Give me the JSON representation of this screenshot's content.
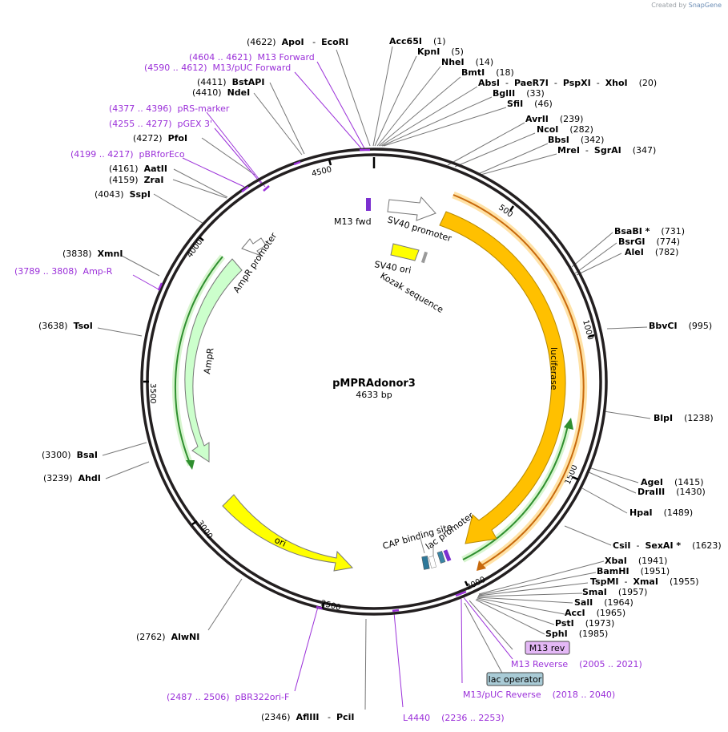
{
  "credit": {
    "prefix": "Created by",
    "brand": "SnapGene"
  },
  "plasmid": {
    "name": "pMPRAdonor3",
    "size_label": "4633 bp",
    "length_bp": 4633
  },
  "ticks": [
    "500",
    "1000",
    "1500",
    "2000",
    "2500",
    "3000",
    "3500",
    "4000",
    "4500"
  ],
  "sites": [
    {
      "id": "site-apoi-ecori",
      "parts": [
        {
          "t": "(4622)  "
        },
        {
          "t": "ApoI",
          "b": true
        },
        {
          "t": "   -  "
        },
        {
          "t": "EcoRI",
          "b": true
        }
      ]
    },
    {
      "id": "site-acc65i",
      "parts": [
        {
          "t": "Acc65I",
          "b": true
        },
        {
          "t": "    (1)"
        }
      ]
    },
    {
      "id": "site-kpni",
      "parts": [
        {
          "t": "KpnI",
          "b": true
        },
        {
          "t": "    (5)"
        }
      ]
    },
    {
      "id": "site-nhei",
      "parts": [
        {
          "t": "NheI",
          "b": true
        },
        {
          "t": "    (14)"
        }
      ]
    },
    {
      "id": "site-bmti",
      "parts": [
        {
          "t": "BmtI",
          "b": true
        },
        {
          "t": "    (18)"
        }
      ]
    },
    {
      "id": "site-absi",
      "parts": [
        {
          "t": "AbsI",
          "b": true
        },
        {
          "t": "  -  "
        },
        {
          "t": "PaeR7I",
          "b": true
        },
        {
          "t": "  -  "
        },
        {
          "t": "PspXI",
          "b": true
        },
        {
          "t": "  -  "
        },
        {
          "t": "XhoI",
          "b": true
        },
        {
          "t": "    (20)"
        }
      ]
    },
    {
      "id": "site-bglii",
      "parts": [
        {
          "t": "BglII",
          "b": true
        },
        {
          "t": "    (33)"
        }
      ]
    },
    {
      "id": "site-sfii",
      "parts": [
        {
          "t": "SfiI",
          "b": true
        },
        {
          "t": "    (46)"
        }
      ]
    },
    {
      "id": "site-avrii",
      "parts": [
        {
          "t": "AvrII",
          "b": true
        },
        {
          "t": "    (239)"
        }
      ]
    },
    {
      "id": "site-ncoi",
      "parts": [
        {
          "t": "NcoI",
          "b": true
        },
        {
          "t": "    (282)"
        }
      ]
    },
    {
      "id": "site-bbsi",
      "parts": [
        {
          "t": "BbsI",
          "b": true
        },
        {
          "t": "    (342)"
        }
      ]
    },
    {
      "id": "site-mrei",
      "parts": [
        {
          "t": "MreI",
          "b": true
        },
        {
          "t": "  -  "
        },
        {
          "t": "SgrAI",
          "b": true
        },
        {
          "t": "    (347)"
        }
      ]
    },
    {
      "id": "site-bsabi",
      "parts": [
        {
          "t": "BsaBI *",
          "b": true
        },
        {
          "t": "    (731)"
        }
      ]
    },
    {
      "id": "site-bsrgi",
      "parts": [
        {
          "t": "BsrGI",
          "b": true
        },
        {
          "t": "    (774)"
        }
      ]
    },
    {
      "id": "site-alei",
      "parts": [
        {
          "t": "AleI",
          "b": true
        },
        {
          "t": "    (782)"
        }
      ]
    },
    {
      "id": "site-bbvci",
      "parts": [
        {
          "t": "BbvCI",
          "b": true
        },
        {
          "t": "    (995)"
        }
      ]
    },
    {
      "id": "site-blpi",
      "parts": [
        {
          "t": "BlpI",
          "b": true
        },
        {
          "t": "    (1238)"
        }
      ]
    },
    {
      "id": "site-agei",
      "parts": [
        {
          "t": "AgeI",
          "b": true
        },
        {
          "t": "    (1415)"
        }
      ]
    },
    {
      "id": "site-draiii",
      "parts": [
        {
          "t": "DraIII",
          "b": true
        },
        {
          "t": "    (1430)"
        }
      ]
    },
    {
      "id": "site-hpai",
      "parts": [
        {
          "t": "HpaI",
          "b": true
        },
        {
          "t": "    (1489)"
        }
      ]
    },
    {
      "id": "site-csii",
      "parts": [
        {
          "t": "CsiI",
          "b": true
        },
        {
          "t": "  -  "
        },
        {
          "t": "SexAI *",
          "b": true
        },
        {
          "t": "    (1623)"
        }
      ]
    },
    {
      "id": "site-xbai",
      "parts": [
        {
          "t": "XbaI",
          "b": true
        },
        {
          "t": "    (1941)"
        }
      ]
    },
    {
      "id": "site-bamhi",
      "parts": [
        {
          "t": "BamHI",
          "b": true
        },
        {
          "t": "    (1951)"
        }
      ]
    },
    {
      "id": "site-tspmi",
      "parts": [
        {
          "t": "TspMI",
          "b": true
        },
        {
          "t": "  -  "
        },
        {
          "t": "XmaI",
          "b": true
        },
        {
          "t": "    (1955)"
        }
      ]
    },
    {
      "id": "site-smai",
      "parts": [
        {
          "t": "SmaI",
          "b": true
        },
        {
          "t": "    (1957)"
        }
      ]
    },
    {
      "id": "site-sali",
      "parts": [
        {
          "t": "SalI",
          "b": true
        },
        {
          "t": "    (1964)"
        }
      ]
    },
    {
      "id": "site-acci",
      "parts": [
        {
          "t": "AccI",
          "b": true
        },
        {
          "t": "    (1965)"
        }
      ]
    },
    {
      "id": "site-psti",
      "parts": [
        {
          "t": "PstI",
          "b": true
        },
        {
          "t": "    (1973)"
        }
      ]
    },
    {
      "id": "site-sphi",
      "parts": [
        {
          "t": "SphI",
          "b": true
        },
        {
          "t": "    (1985)"
        }
      ]
    },
    {
      "id": "site-alwni",
      "parts": [
        {
          "t": "(2762)  "
        },
        {
          "t": "AlwNI",
          "b": true
        }
      ]
    },
    {
      "id": "site-afliii",
      "parts": [
        {
          "t": "(2346)  "
        },
        {
          "t": "AflIII",
          "b": true
        },
        {
          "t": "   -  "
        },
        {
          "t": "PciI",
          "b": true
        }
      ]
    },
    {
      "id": "site-ahdi",
      "parts": [
        {
          "t": "(3239)  "
        },
        {
          "t": "AhdI",
          "b": true
        }
      ]
    },
    {
      "id": "site-bsai",
      "parts": [
        {
          "t": "(3300)  "
        },
        {
          "t": "BsaI",
          "b": true
        }
      ]
    },
    {
      "id": "site-tsoi",
      "parts": [
        {
          "t": "(3638)  "
        },
        {
          "t": "TsoI",
          "b": true
        }
      ]
    },
    {
      "id": "site-xmni",
      "parts": [
        {
          "t": "(3838)  "
        },
        {
          "t": "XmnI",
          "b": true
        }
      ]
    },
    {
      "id": "site-sspi",
      "parts": [
        {
          "t": "(4043)  "
        },
        {
          "t": "SspI",
          "b": true
        }
      ]
    },
    {
      "id": "site-zrai",
      "parts": [
        {
          "t": "(4159)  "
        },
        {
          "t": "ZraI",
          "b": true
        }
      ]
    },
    {
      "id": "site-aatii",
      "parts": [
        {
          "t": "(4161)  "
        },
        {
          "t": "AatII",
          "b": true
        }
      ]
    },
    {
      "id": "site-pfoi",
      "parts": [
        {
          "t": "(4272)  "
        },
        {
          "t": "PfoI",
          "b": true
        }
      ]
    },
    {
      "id": "site-ndei",
      "parts": [
        {
          "t": "(4410)  "
        },
        {
          "t": "NdeI",
          "b": true
        }
      ]
    },
    {
      "id": "site-bstapi",
      "parts": [
        {
          "t": "(4411)  "
        },
        {
          "t": "BstAPI",
          "b": true
        }
      ]
    }
  ],
  "features": [
    {
      "id": "m13-forward",
      "text": "(4604 .. 4621)  M13 Forward"
    },
    {
      "id": "m13-puc-forward",
      "text": "(4590 .. 4612)  M13/pUC Forward"
    },
    {
      "id": "prs-marker",
      "text": "(4377 .. 4396)  pRS-marker"
    },
    {
      "id": "pgex-3",
      "text": "(4255 .. 4277)  pGEX 3'"
    },
    {
      "id": "pbrforeco",
      "text": "(4199 .. 4217)  pBRforEco"
    },
    {
      "id": "amp-r-primer",
      "text": "(3789 .. 3808)  Amp-R"
    },
    {
      "id": "pbr322ori-f",
      "text": "(2487 .. 2506)  pBR322ori-F"
    },
    {
      "id": "l4440",
      "text": "L4440    (2236 .. 2253)"
    },
    {
      "id": "m13-puc-reverse",
      "text": "M13/pUC Reverse    (2018 .. 2040)"
    },
    {
      "id": "m13-reverse",
      "text": "M13 Reverse    (2005 .. 2021)"
    }
  ],
  "boxes": {
    "m13_rev": "M13 rev",
    "lac_operator": "lac operator"
  },
  "inner_labels": {
    "m13_fwd": "M13 fwd",
    "sv40_promoter": "SV40 promoter",
    "sv40_ori": "SV40 ori",
    "kozak": "Kozak sequence",
    "ampr_promoter": "AmpR promoter",
    "ampr": "AmpR",
    "luciferase": "luciferase",
    "ori": "ori",
    "cap_site": "CAP binding site",
    "lac_promoter": "lac promoter"
  },
  "colors": {
    "backbone": "#231f20",
    "feature_text": "#9b30d9",
    "luciferase": "#ffc000",
    "ori": "#ffff00",
    "ampr": "#ccffcc",
    "orf_green": "#2f8f2f",
    "orf_orange": "#c8690c",
    "box_m13rev": "#e4b8f6",
    "box_lacop": "#a9cbd6"
  }
}
